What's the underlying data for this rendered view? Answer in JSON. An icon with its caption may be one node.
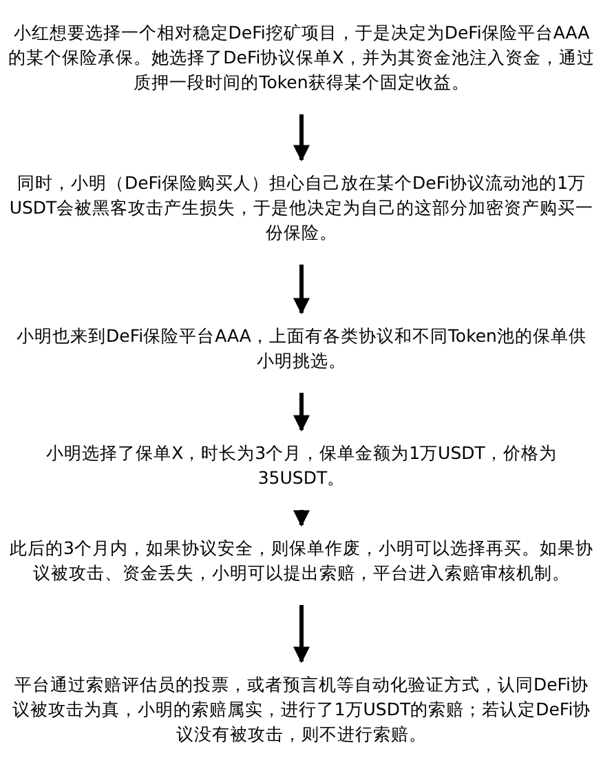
{
  "diagram": {
    "nodes": [
      {
        "text": [
          "小红想要选择一个相对稳定DeFi挖矿项目，于是决定为DeFi保险平台AAA的某个保险承保。她选择了DeFi协议保单X，并为其资金池注入资金，通过质押一段时间的Token获得某个固定收益。"
        ]
      },
      {
        "text": [
          "同时，小明（DeFi保险购买人）担心自己放在某个DeFi协议流动池的1万USDT会被黑客攻击产生损失，于是他决定为自己的这部分加密资产购买一份保险。"
        ]
      },
      {
        "text": [
          "小明也来到DeFi保险平台AAA，上面有各类协议和不同Token池的保单供小明挑选。"
        ]
      },
      {
        "text": [
          "小明选择了保单X，时长为3个月，保单金额为1万USDT，价格为35USDT。"
        ]
      },
      {
        "text": [
          "此后的3个月内，如果协议安全，则保单作废，小明可以选择再买。如果协议被攻击、资金丢失，小明可以提出索赔，平台进入索赔审核机制。"
        ]
      },
      {
        "text": [
          "平台通过索赔评估员的投票，或者预言机等自动化验证方式，认同DeFi协议被攻击为真，小明的索赔属实，进行了1万USDT的索赔；若认定DeFi协议没有被攻击，则不进行索赔。"
        ]
      }
    ],
    "edges": [
      {
        "from": 0,
        "to": 1,
        "arrow": "to"
      },
      {
        "from": 1,
        "to": 2,
        "arrow": "to"
      },
      {
        "from": 2,
        "to": 3,
        "arrow": "to"
      },
      {
        "from": 3,
        "to": 4,
        "arrow": "to"
      },
      {
        "from": 4,
        "to": 5,
        "arrow": "to"
      }
    ]
  }
}
